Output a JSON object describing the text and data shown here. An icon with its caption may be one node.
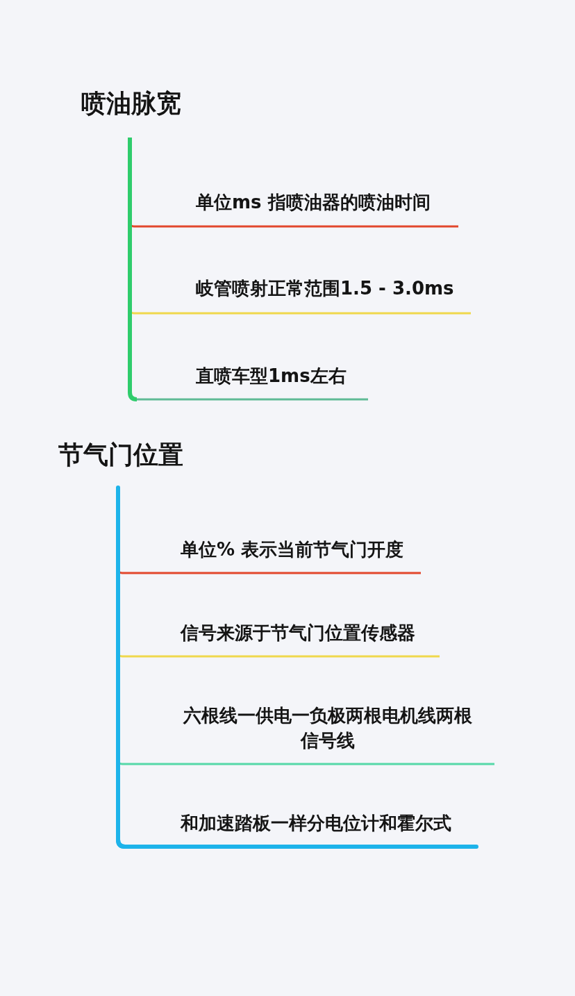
{
  "diagram": {
    "nodes": [
      {
        "text": [
          "喷油脉宽"
        ]
      },
      {
        "text": [
          "单位ms 指喷油器的喷油时间"
        ]
      },
      {
        "text": [
          "岐管喷射正常范围1.5 - 3.0ms"
        ]
      },
      {
        "text": [
          "直喷车型1ms左右"
        ]
      },
      {
        "text": [
          "节气门位置"
        ]
      },
      {
        "text": [
          "单位% 表示当前节气门开度"
        ]
      },
      {
        "text": [
          "信号来源于节气门位置传感器"
        ]
      },
      {
        "text": [
          "六根线一供电一负极两根电机线两根信号线"
        ]
      },
      {
        "text": [
          "和加速踏板一样分电位计和霍尔式"
        ]
      }
    ],
    "edges": [
      {
        "from": 0,
        "to": 1,
        "arrow": "none",
        "color": "#e2472c"
      },
      {
        "from": 0,
        "to": 2,
        "arrow": "none",
        "color": "#efd84c"
      },
      {
        "from": 0,
        "to": 3,
        "arrow": "none",
        "color": "#5fba96"
      },
      {
        "from": 4,
        "to": 5,
        "arrow": "none",
        "color": "#e2472c"
      },
      {
        "from": 4,
        "to": 6,
        "arrow": "none",
        "color": "#efd84c"
      },
      {
        "from": 4,
        "to": 7,
        "arrow": "none",
        "color": "#55d8a8"
      },
      {
        "from": 4,
        "to": 8,
        "arrow": "none",
        "color": "#1db3ea",
        "style": "thick"
      }
    ]
  }
}
